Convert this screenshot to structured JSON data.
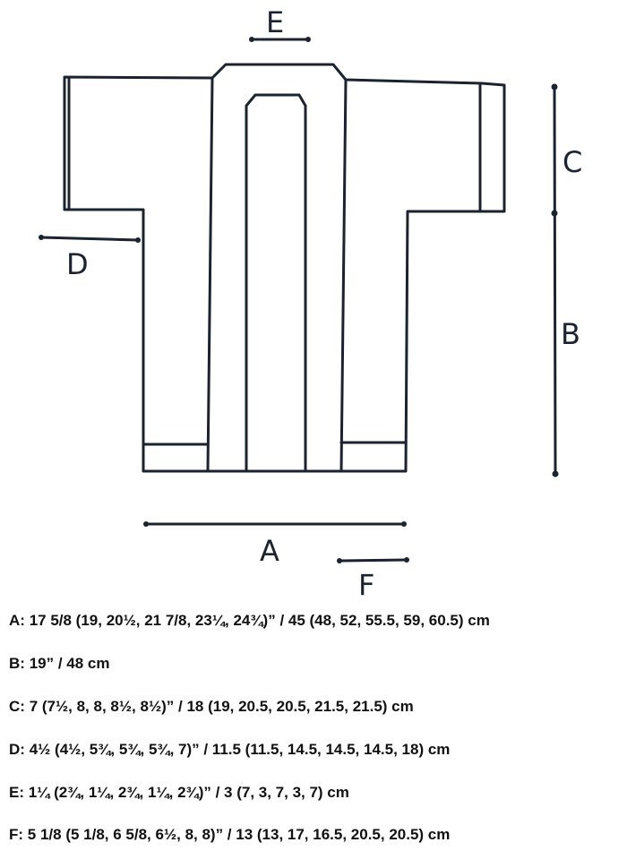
{
  "diagram": {
    "labels": {
      "a": "A",
      "b": "B",
      "c": "C",
      "d": "D",
      "e": "E",
      "f": "F"
    }
  },
  "measurements": [
    {
      "key": "A:",
      "value": "17 5/8 (19, 20½, 21 7/8, 23¼, 24¾)” / 45 (48, 52, 55.5, 59, 60.5) cm"
    },
    {
      "key": "B:",
      "value": "19” / 48 cm"
    },
    {
      "key": "C:",
      "value": "7 (7½, 8, 8, 8½, 8½)” / 18 (19, 20.5, 20.5, 21.5, 21.5) cm"
    },
    {
      "key": "D:",
      "value": "4½ (4½, 5¾, 5¾, 5¾, 7)” / 11.5 (11.5, 14.5, 14.5, 14.5, 18) cm"
    },
    {
      "key": "E:",
      "value": "1¼ (2¾, 1¼, 2¾, 1¼, 2¾)” / 3 (7, 3, 7, 3, 7) cm"
    },
    {
      "key": "F:",
      "value": "5 1/8 (5 1/8, 6 5/8, 6½, 8, 8)” / 13 (13, 17, 16.5, 20.5, 20.5) cm"
    }
  ]
}
